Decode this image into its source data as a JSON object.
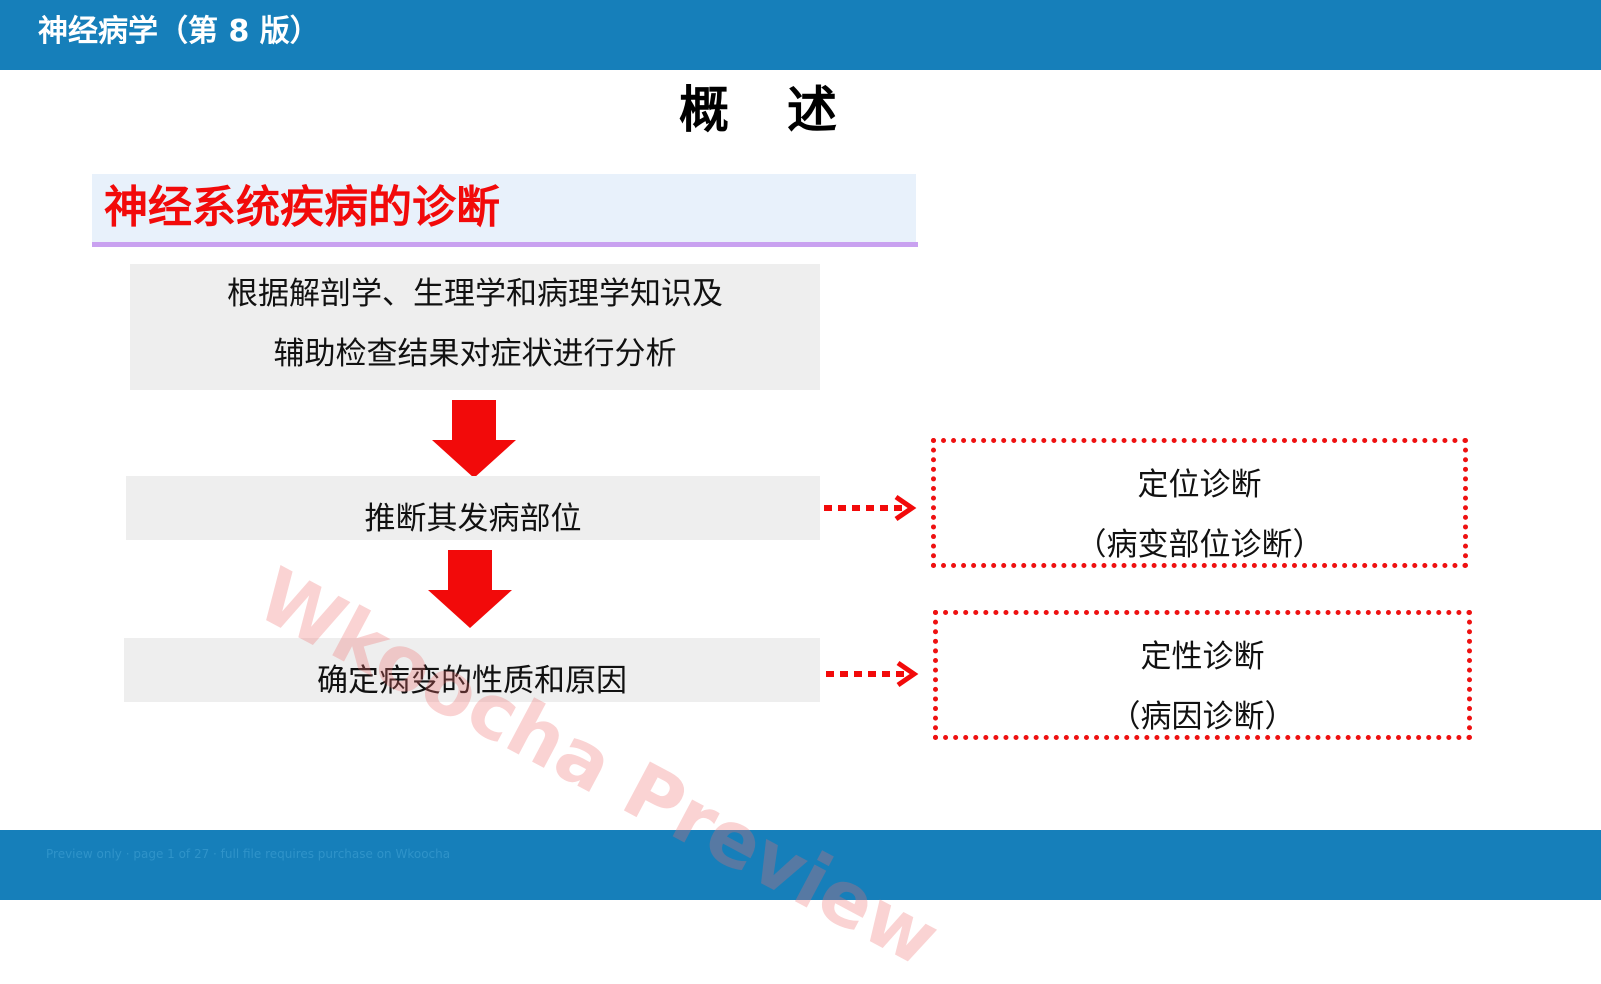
{
  "header": {
    "title": "神经病学（第 8 版）"
  },
  "page": {
    "title": "概　述"
  },
  "section": {
    "heading": "神经系统疾病的诊断"
  },
  "flow": {
    "step1_line1": "根据解剖学、生理学和病理学知识及",
    "step1_line2": "辅助检查结果对症状进行分析",
    "step2": "推断其发病部位",
    "step3": "确定病变的性质和原因"
  },
  "diagnoses": {
    "locating_title": "定位诊断",
    "locating_sub": "（病变部位诊断）",
    "qualitative_title": "定性诊断",
    "qualitative_sub": "（病因诊断）"
  },
  "watermark": "Wkoocha Preview",
  "footer": {
    "text": "Preview only · page 1 of 27 · full file requires purchase on Wkoocha"
  },
  "colors": {
    "bar_blue": "#167fba",
    "accent_red": "#f20a0a",
    "banner_bg": "#e8f1fb",
    "banner_rule": "#c9a1f0",
    "step_bg": "#eeeeee"
  }
}
